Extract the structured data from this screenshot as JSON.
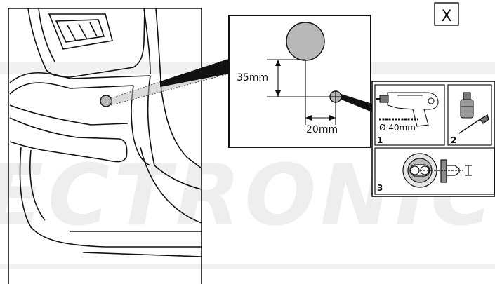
{
  "figure": {
    "view_id": "X",
    "dim_vertical": "35mm",
    "dim_horizontal": "20mm",
    "drill_diameter": "Ø 40mm",
    "steps": [
      "1",
      "2",
      "3"
    ],
    "watermark": "ELECTRONIC"
  },
  "colors": {
    "line": "#111111",
    "hole_fill": "#b8b8b8",
    "watermark": "#ededed",
    "pointer": "#111111"
  }
}
